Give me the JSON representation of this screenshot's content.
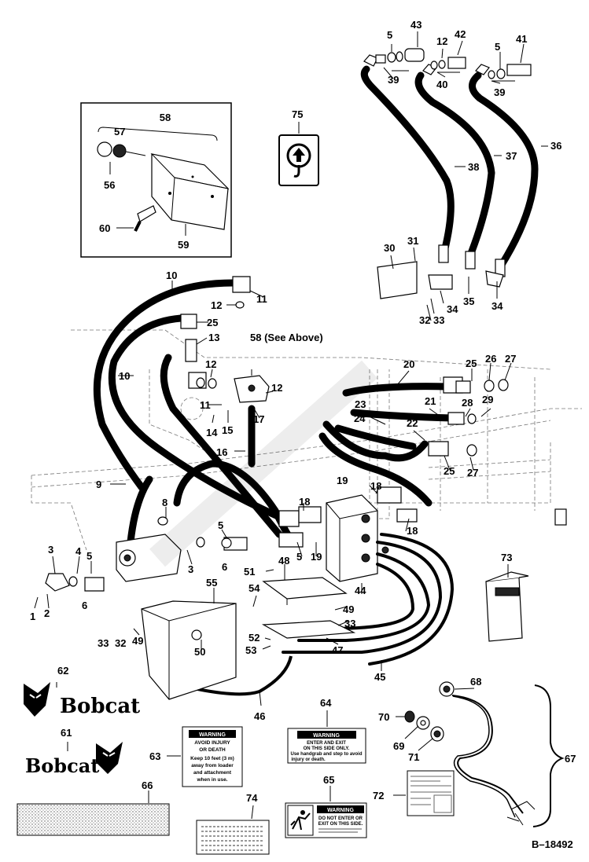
{
  "drawing_id": "B–18492",
  "detail_title": "58",
  "see_above_label": "58 (See Above)",
  "brand_name": "Bobcat",
  "callouts": {
    "c1": "1",
    "c2": "2",
    "c3": "3",
    "c3b": "3",
    "c4": "4",
    "c5": "5",
    "c5b": "5",
    "c5c": "5",
    "c5d": "5",
    "c6": "6",
    "c6b": "6",
    "c8": "8",
    "c9": "9",
    "c10": "10",
    "c10b": "10",
    "c11": "11",
    "c11b": "11",
    "c12": "12",
    "c12b": "12",
    "c12c": "12",
    "c12d": "12",
    "c13": "13",
    "c14": "14",
    "c15": "15",
    "c16": "16",
    "c17": "17",
    "c18": "18",
    "c18b": "18",
    "c18c": "18",
    "c19": "19",
    "c19b": "19",
    "c20": "20",
    "c21": "21",
    "c22": "22",
    "c23": "23",
    "c24": "24",
    "c25": "25",
    "c25b": "25",
    "c25c": "25",
    "c26": "26",
    "c27": "27",
    "c27b": "27",
    "c28": "28",
    "c29": "29",
    "c30": "30",
    "c31": "31",
    "c32": "32",
    "c32b": "32",
    "c33": "33",
    "c33b": "33",
    "c33c": "33",
    "c34": "34",
    "c34b": "34",
    "c35": "35",
    "c36": "36",
    "c37": "37",
    "c38": "38",
    "c39": "39",
    "c39b": "39",
    "c40": "40",
    "c41": "41",
    "c42": "42",
    "c43": "43",
    "c44": "44",
    "c45": "45",
    "c46": "46",
    "c47": "47",
    "c48": "48",
    "c49": "49",
    "c49b": "49",
    "c50": "50",
    "c51": "51",
    "c52": "52",
    "c53": "53",
    "c54": "54",
    "c55": "55",
    "c56": "56",
    "c57": "57",
    "c59": "59",
    "c60": "60",
    "c61": "61",
    "c62": "62",
    "c63": "63",
    "c64": "64",
    "c65": "65",
    "c66": "66",
    "c67": "67",
    "c68": "68",
    "c69": "69",
    "c70": "70",
    "c71": "71",
    "c72": "72",
    "c73": "73",
    "c74": "74",
    "c75": "75"
  },
  "decals": {
    "warn63": {
      "head": "WARNING",
      "lines": [
        "AVOID INJURY",
        "OR DEATH",
        "Keep 10 feet (3 m)",
        "away from loader",
        "and attachment",
        "when in use."
      ]
    },
    "warn64": {
      "head": "WARNING",
      "lines": [
        "ENTER AND EXIT",
        "ON THIS SIDE ONLY.",
        "Use handgrab and step to avoid",
        "injury or death."
      ]
    },
    "warn65": {
      "head": "WARNING",
      "lines": [
        "DO NOT ENTER OR",
        "EXIT ON THIS SIDE."
      ]
    }
  }
}
